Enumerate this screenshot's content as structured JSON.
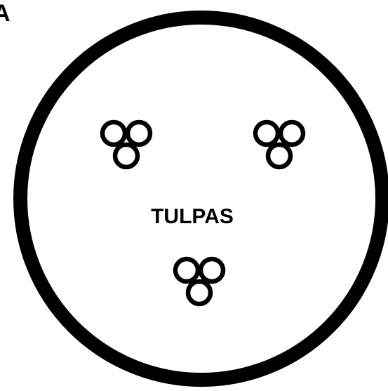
{
  "panel_label": "A",
  "center_label": "TULPAS",
  "colors": {
    "ink": "#000000",
    "background": "#ffffff"
  },
  "symbols": [
    {
      "name": "trefoil-symbol-top-left",
      "icon": "three-ring-trefoil-icon"
    },
    {
      "name": "trefoil-symbol-top-right",
      "icon": "three-ring-trefoil-icon"
    },
    {
      "name": "trefoil-symbol-bottom-center",
      "icon": "three-ring-trefoil-icon"
    }
  ]
}
